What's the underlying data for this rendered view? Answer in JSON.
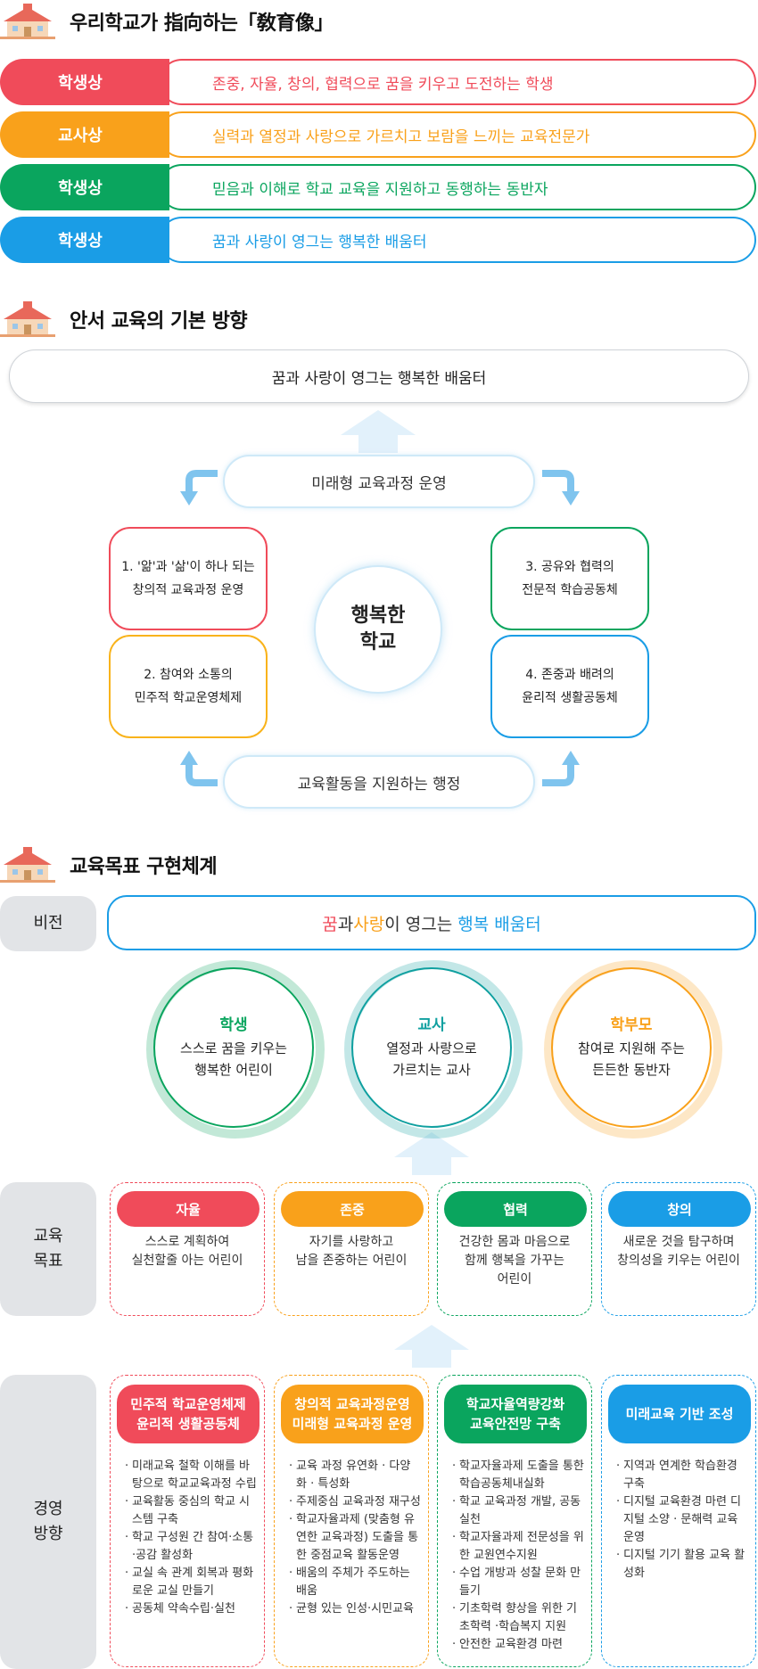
{
  "section1": {
    "title": "우리학교가 指向하는「敎育像」",
    "rows": [
      {
        "label": "학생상",
        "text": "존중, 자율, 창의, 협력으로 꿈을 키우고 도전하는 학생",
        "color": "#f04b5a"
      },
      {
        "label": "교사상",
        "text": "실력과 열정과 사랑으로 가르치고 보람을 느끼는 교육전문가",
        "color": "#f9a11b"
      },
      {
        "label": "학생상",
        "text": "믿음과 이해로 학교 교육을 지원하고 동행하는 동반자",
        "color": "#0aa55e"
      },
      {
        "label": "학생상",
        "text": "꿈과 사랑이 영그는 행복한 배움터",
        "color": "#1a9de6"
      }
    ]
  },
  "section2": {
    "title": "안서 교육의 기본 방향",
    "top": "꿈과 사랑이 영그는 행복한 배움터",
    "upper": "미래형 교육과정 운영",
    "lower": "교육활동을 지원하는 행정",
    "center": [
      "행복한",
      "학교"
    ],
    "quads": [
      {
        "lines": [
          "1. '앎'과 '삶'이 하나 되는",
          "창의적 교육과정 운영"
        ],
        "color": "#f04b5a"
      },
      {
        "lines": [
          "2. 참여와 소통의",
          "민주적 학교운영체제"
        ],
        "color": "#f9b31b"
      },
      {
        "lines": [
          "3. 공유와 협력의",
          "전문적 학습공동체"
        ],
        "color": "#0aa55e"
      },
      {
        "lines": [
          "4. 존중과 배려의",
          "윤리적 생활공동체"
        ],
        "color": "#1a9de6"
      }
    ]
  },
  "section3": {
    "title": "교육목표 구현체계",
    "vision_label": "비전",
    "vision": {
      "p1": "꿈",
      "p2": "과 ",
      "p3": "사랑",
      "p4": "이 영그는 ",
      "p5": "행복 배움터"
    },
    "targets": [
      {
        "title": "학생",
        "lines": [
          "스스로 꿈을 키우는",
          "행복한 어린이"
        ],
        "color": "#0aa55e"
      },
      {
        "title": "교사",
        "lines": [
          "열정과 사랑으로",
          "가르치는 교사"
        ],
        "color": "#10a0a0"
      },
      {
        "title": "학부모",
        "lines": [
          "참여로 지원해 주는",
          "든든한 동반자"
        ],
        "color": "#f9a11b"
      }
    ],
    "goal_label": [
      "교육",
      "목표"
    ],
    "goals": [
      {
        "head": "자율",
        "lines": [
          "스스로 계획하여",
          "실천할줄 아는 어린이"
        ],
        "color": "#f04b5a"
      },
      {
        "head": "존중",
        "lines": [
          "자기를 사랑하고",
          "남을 존중하는 어린이"
        ],
        "color": "#f9a11b"
      },
      {
        "head": "협력",
        "lines": [
          "건강한 몸과 마음으로",
          "함께 행복을 가꾸는",
          "어린이"
        ],
        "color": "#0aa55e"
      },
      {
        "head": "창의",
        "lines": [
          "새로운 것을 탐구하며",
          "창의성을 키우는 어린이"
        ],
        "color": "#1a9de6"
      }
    ],
    "mgmt_label": [
      "경영",
      "방향"
    ],
    "mgmt": [
      {
        "head": [
          "민주적 학교운영체제",
          "윤리적 생활공동체"
        ],
        "color": "#f04b5a",
        "items": [
          "미래교육 철학 이해를 바탕으로 학교교육과정 수립",
          "교육활동 중심의 학교 시스템 구축",
          "학교 구성원 간 참여·소통·공감 활성화",
          "교실 속 관계 회복과 평화로운 교실 만들기",
          "공동체 약속수립·실천"
        ]
      },
      {
        "head": [
          "창의적 교육과정운영",
          "미래형 교육과정 운영"
        ],
        "color": "#f9a11b",
        "items": [
          "교육 과정 유연화 · 다양화 · 특성화",
          "주제중심 교육과정 재구성",
          "학교자율과제 (맞춤형 유연한 교육과정) 도출을 통한 중점교육 활동운영",
          "배움의 주체가 주도하는 배움",
          "균형 있는 인성·시민교육"
        ]
      },
      {
        "head": [
          "학교자율역량강화",
          "교육안전망 구축"
        ],
        "color": "#0aa55e",
        "items": [
          "학교자율과제 도출을 통한 학습공동체내실화",
          "학교 교육과정 개발, 공동실천",
          "학교자율과제 전문성을 위한 교원연수지원",
          "수업 개방과 성찰 문화 만들기",
          "기초학력 향상을 위한 기초학력 ·학습복지 지원",
          "안전한 교육환경 마련"
        ]
      },
      {
        "head": [
          "미래교육 기반 조성"
        ],
        "color": "#1a9de6",
        "items": [
          "지역과 연계한 학습환경 구축",
          "디지털 교육환경 마련 디지털 소양 · 문해력 교육 운영",
          "디지털 기기 활용 교육 활성화"
        ]
      }
    ]
  }
}
